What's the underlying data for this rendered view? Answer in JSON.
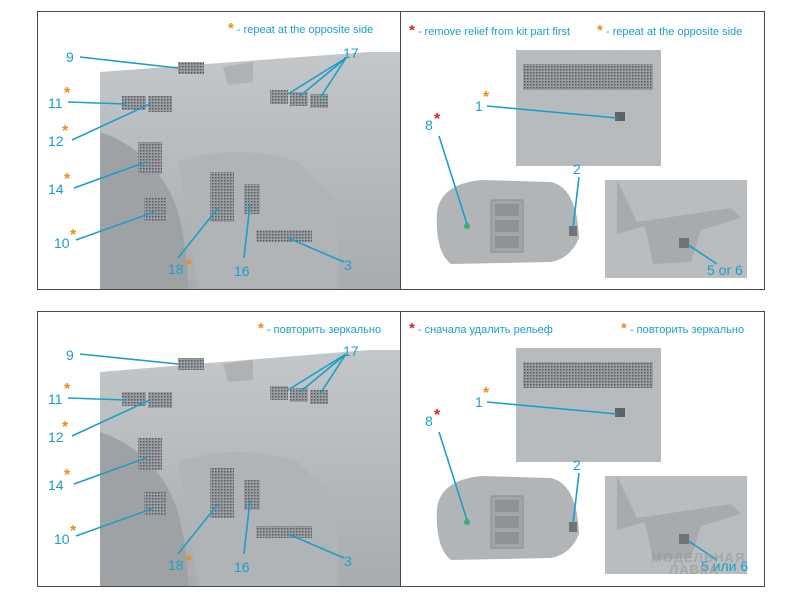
{
  "panels": {
    "top_left": {
      "note_star": "*",
      "note_text": "- repeat at the opposite side"
    },
    "top_right": {
      "note_red_star": "*",
      "note_red_text": "- remove relief from kit part first",
      "note_orange_star": "*",
      "note_orange_text": "- repeat at the opposite side"
    },
    "bottom_left": {
      "note_star": "*",
      "note_text": "- повторить зеркально"
    },
    "bottom_right": {
      "note_red_star": "*",
      "note_red_text": "- сначала удалить рельеф",
      "note_orange_star": "*",
      "note_orange_text": "- повторить зеркально"
    }
  },
  "part_labels": {
    "p9": "9",
    "p17": "17",
    "p11": "11",
    "p12": "12",
    "p14": "14",
    "p10": "10",
    "p18": "18",
    "p16": "16",
    "p3": "3",
    "p1": "1",
    "p8": "8",
    "p2": "2"
  },
  "star": "*",
  "alt_label_en": "5 or 6",
  "alt_label_ru": "5 или 6",
  "watermark": {
    "line1": "МОДЕЛЬНАЯ",
    "line2": "ЛАВКА"
  },
  "colors": {
    "label": "#1aa0c8",
    "star_orange": "#ef8a1f",
    "star_red": "#d6232a",
    "model_gray": "#b8bcbf"
  }
}
